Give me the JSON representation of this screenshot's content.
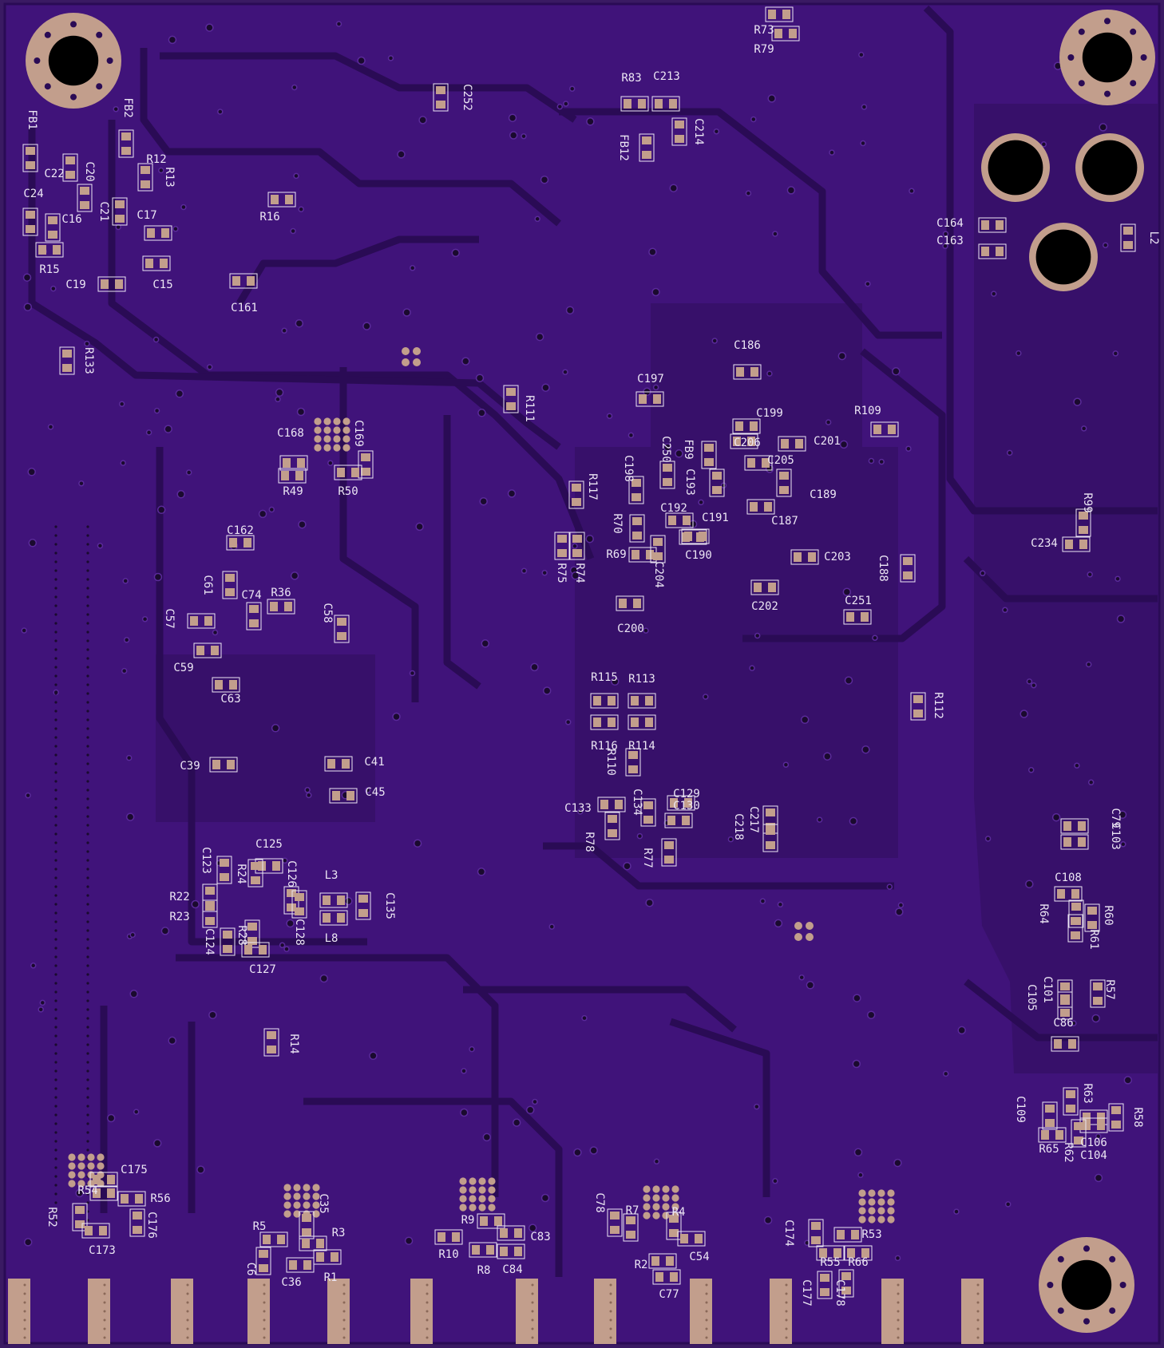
{
  "colors": {
    "background": "#3a1a63",
    "board_fill": "#40137a",
    "copper": "#2f0f5c",
    "trace": "#2a0b55",
    "pad": "#c29e8c",
    "silkscreen": "#ece6f4",
    "hole": "#000000",
    "ring": "#c29e8c",
    "via": "#1a0a2e"
  },
  "labels": [
    {
      "text": "FB1",
      "rot": 90
    },
    {
      "text": "FB2",
      "rot": 90
    },
    {
      "text": "C22",
      "rot": 0
    },
    {
      "text": "C20",
      "rot": 90
    },
    {
      "text": "R12",
      "rot": 0
    },
    {
      "text": "R13",
      "rot": 90
    },
    {
      "text": "C24",
      "rot": 0
    },
    {
      "text": "C16",
      "rot": 0
    },
    {
      "text": "C21",
      "rot": 90
    },
    {
      "text": "C17",
      "rot": 0
    },
    {
      "text": "R15",
      "rot": 0
    },
    {
      "text": "C19",
      "rot": 0
    },
    {
      "text": "C15",
      "rot": 0
    },
    {
      "text": "R16",
      "rot": 0
    },
    {
      "text": "C161",
      "rot": 0
    },
    {
      "text": "R133",
      "rot": 90
    },
    {
      "text": "C252",
      "rot": 90
    },
    {
      "text": "R83",
      "rot": 0
    },
    {
      "text": "C213",
      "rot": 0
    },
    {
      "text": "C214",
      "rot": 90
    },
    {
      "text": "FB12",
      "rot": 90
    },
    {
      "text": "R73",
      "rot": 0
    },
    {
      "text": "R79",
      "rot": 0
    },
    {
      "text": "C164",
      "rot": 0
    },
    {
      "text": "C163",
      "rot": 0
    },
    {
      "text": "L2",
      "rot": 90
    },
    {
      "text": "C186",
      "rot": 0
    },
    {
      "text": "C197",
      "rot": 0
    },
    {
      "text": "R111",
      "rot": 90
    },
    {
      "text": "C199",
      "rot": 0
    },
    {
      "text": "R109",
      "rot": 0
    },
    {
      "text": "C206",
      "rot": 0
    },
    {
      "text": "C201",
      "rot": 0
    },
    {
      "text": "C205",
      "rot": 0
    },
    {
      "text": "FB9",
      "rot": 90
    },
    {
      "text": "C250",
      "rot": 90
    },
    {
      "text": "C198",
      "rot": 90
    },
    {
      "text": "C193",
      "rot": 90
    },
    {
      "text": "C189",
      "rot": 0
    },
    {
      "text": "R117",
      "rot": 90
    },
    {
      "text": "C192",
      "rot": 0
    },
    {
      "text": "C191",
      "rot": 0
    },
    {
      "text": "C187",
      "rot": 0
    },
    {
      "text": "R70",
      "rot": 90
    },
    {
      "text": "R69",
      "rot": 0
    },
    {
      "text": "C190",
      "rot": 0
    },
    {
      "text": "C204",
      "rot": 90
    },
    {
      "text": "R75",
      "rot": 90
    },
    {
      "text": "R74",
      "rot": 90
    },
    {
      "text": "C203",
      "rot": 0
    },
    {
      "text": "C188",
      "rot": 90
    },
    {
      "text": "C202",
      "rot": 0
    },
    {
      "text": "C200",
      "rot": 0
    },
    {
      "text": "C251",
      "rot": 0
    },
    {
      "text": "R99",
      "rot": 90
    },
    {
      "text": "C234",
      "rot": 0
    },
    {
      "text": "C168",
      "rot": 0
    },
    {
      "text": "C169",
      "rot": 90
    },
    {
      "text": "R49",
      "rot": 0
    },
    {
      "text": "R50",
      "rot": 0
    },
    {
      "text": "C162",
      "rot": 0
    },
    {
      "text": "C61",
      "rot": 90
    },
    {
      "text": "C74",
      "rot": 0
    },
    {
      "text": "R36",
      "rot": 0
    },
    {
      "text": "C57",
      "rot": 90
    },
    {
      "text": "C58",
      "rot": 90
    },
    {
      "text": "C59",
      "rot": 0
    },
    {
      "text": "C63",
      "rot": 0
    },
    {
      "text": "R115",
      "rot": 0
    },
    {
      "text": "R113",
      "rot": 0
    },
    {
      "text": "R112",
      "rot": 90
    },
    {
      "text": "R116",
      "rot": 0
    },
    {
      "text": "R114",
      "rot": 0
    },
    {
      "text": "R110",
      "rot": 90
    },
    {
      "text": "C39",
      "rot": 0
    },
    {
      "text": "C41",
      "rot": 0
    },
    {
      "text": "C45",
      "rot": 0
    },
    {
      "text": "C133",
      "rot": 0
    },
    {
      "text": "C134",
      "rot": 90
    },
    {
      "text": "C129",
      "rot": 0
    },
    {
      "text": "C130",
      "rot": 0
    },
    {
      "text": "C217",
      "rot": 90
    },
    {
      "text": "C218",
      "rot": 90
    },
    {
      "text": "R78",
      "rot": 90
    },
    {
      "text": "R77",
      "rot": 90
    },
    {
      "text": "C79",
      "rot": 90
    },
    {
      "text": "C103",
      "rot": 90
    },
    {
      "text": "C125",
      "rot": 0
    },
    {
      "text": "C123",
      "rot": 90
    },
    {
      "text": "R24",
      "rot": 90
    },
    {
      "text": "C126",
      "rot": 90
    },
    {
      "text": "L3",
      "rot": 0
    },
    {
      "text": "C135",
      "rot": 90
    },
    {
      "text": "R22",
      "rot": 0
    },
    {
      "text": "R23",
      "rot": 0
    },
    {
      "text": "C124",
      "rot": 90
    },
    {
      "text": "R28",
      "rot": 90
    },
    {
      "text": "C128",
      "rot": 90
    },
    {
      "text": "L8",
      "rot": 0
    },
    {
      "text": "C127",
      "rot": 0
    },
    {
      "text": "C108",
      "rot": 0
    },
    {
      "text": "R64",
      "rot": 90
    },
    {
      "text": "R60",
      "rot": 90
    },
    {
      "text": "R61",
      "rot": 90
    },
    {
      "text": "C101",
      "rot": 90
    },
    {
      "text": "C105",
      "rot": 90
    },
    {
      "text": "R57",
      "rot": 90
    },
    {
      "text": "C86",
      "rot": 0
    },
    {
      "text": "R14",
      "rot": 90
    },
    {
      "text": "R63",
      "rot": 90
    },
    {
      "text": "C109",
      "rot": 90
    },
    {
      "text": "R58",
      "rot": 90
    },
    {
      "text": "C106",
      "rot": 0
    },
    {
      "text": "C104",
      "rot": 0
    },
    {
      "text": "R65",
      "rot": 0
    },
    {
      "text": "R62",
      "rot": 90
    },
    {
      "text": "C175",
      "rot": 0
    },
    {
      "text": "R54",
      "rot": 0
    },
    {
      "text": "R56",
      "rot": 0
    },
    {
      "text": "R52",
      "rot": 90
    },
    {
      "text": "C176",
      "rot": 90
    },
    {
      "text": "C173",
      "rot": 0
    },
    {
      "text": "C35",
      "rot": 90
    },
    {
      "text": "R5",
      "rot": 0
    },
    {
      "text": "R3",
      "rot": 0
    },
    {
      "text": "C6",
      "rot": 90
    },
    {
      "text": "C36",
      "rot": 0
    },
    {
      "text": "R1",
      "rot": 0
    },
    {
      "text": "R9",
      "rot": 0
    },
    {
      "text": "C83",
      "rot": 0
    },
    {
      "text": "R10",
      "rot": 0
    },
    {
      "text": "R8",
      "rot": 0
    },
    {
      "text": "C84",
      "rot": 0
    },
    {
      "text": "C78",
      "rot": 90
    },
    {
      "text": "R7",
      "rot": 0
    },
    {
      "text": "R4",
      "rot": 0
    },
    {
      "text": "C54",
      "rot": 0
    },
    {
      "text": "R2",
      "rot": 0
    },
    {
      "text": "C77",
      "rot": 0
    },
    {
      "text": "C174",
      "rot": 90
    },
    {
      "text": "R53",
      "rot": 0
    },
    {
      "text": "R55",
      "rot": 0
    },
    {
      "text": "R66",
      "rot": 0
    },
    {
      "text": "C177",
      "rot": 90
    },
    {
      "text": "C178",
      "rot": 90
    }
  ]
}
